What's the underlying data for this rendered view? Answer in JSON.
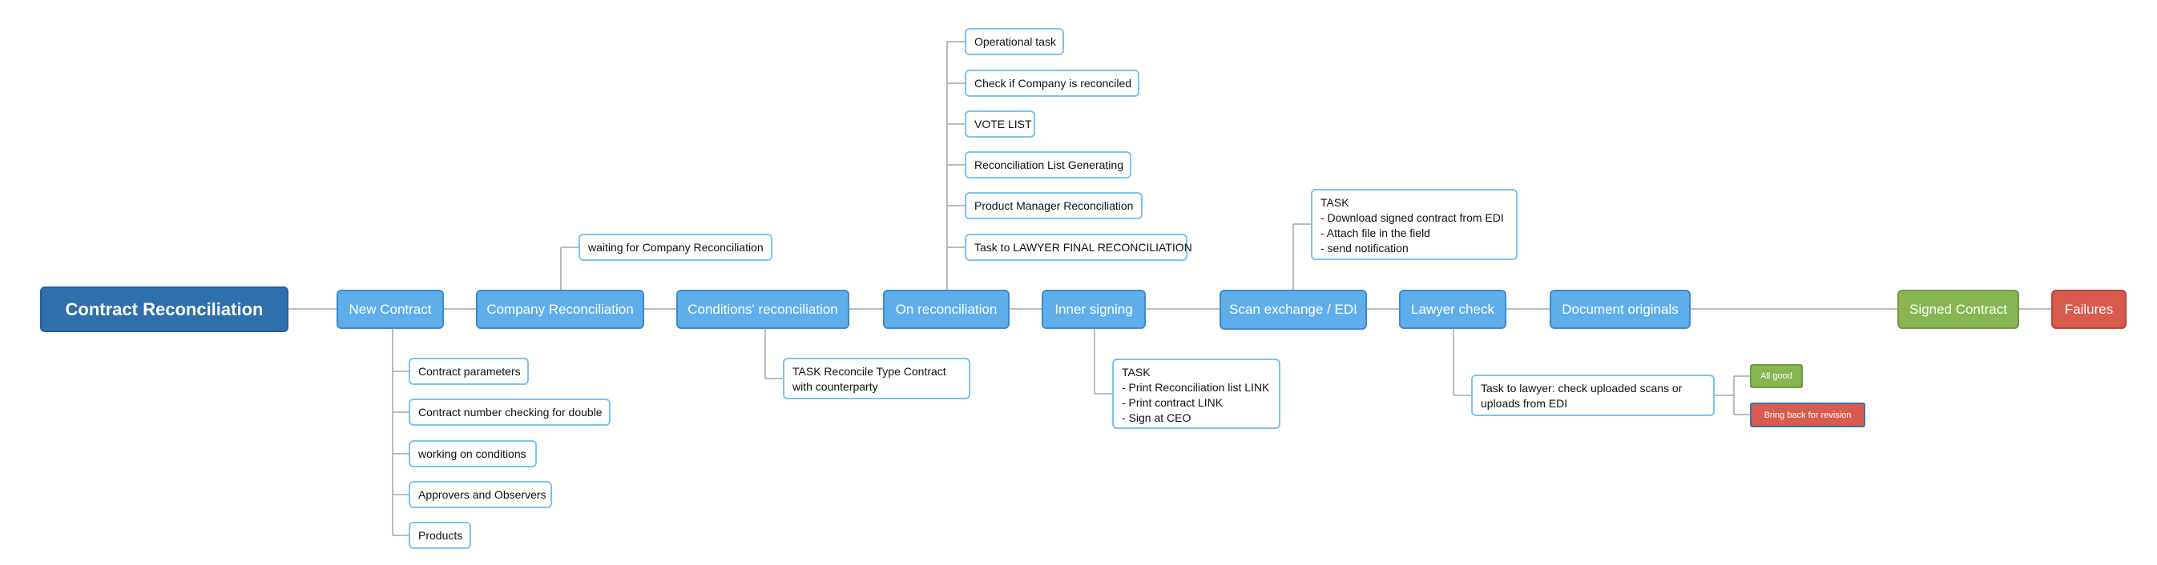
{
  "title": "Contract Reconciliation",
  "stages": {
    "new_contract": "New Contract",
    "company_reconciliation": "Company Reconciliation",
    "conditions_reconciliation": "Conditions' reconciliation",
    "on_reconciliation": "On reconciliation",
    "inner_signing": "Inner signing",
    "scan_exchange": "Scan exchange / EDI",
    "lawyer_check": "Lawyer check",
    "document_originals": "Document originals",
    "signed_contract": "Signed Contract",
    "failures": "Failures"
  },
  "new_contract_items": [
    "Contract parameters",
    "Contract number checking for double",
    "working on conditions",
    "Approvers and Observers",
    "Products"
  ],
  "company_reconciliation_note": "waiting for Company Reconciliation",
  "conditions_task": "TASK Reconcile Type Contract\nwith counterparty",
  "on_reconciliation_items": [
    "Operational task",
    "Check if Company is reconciled",
    "VOTE LIST",
    "Reconciliation List Generating",
    "Product Manager Reconciliation",
    "Task to LAWYER FINAL RECONCILIATION"
  ],
  "inner_signing_task": "TASK\n- Print Reconciliation list LINK\n- Print contract LINK\n- Sign at CEO",
  "scan_exchange_task": "TASK\n- Download signed contract from EDI\n- Attach file in the field\n- send notification",
  "lawyer_task": "Task to lawyer: check uploaded scans or\nuploads from EDI",
  "lawyer_outcomes": {
    "good": "All good",
    "revision": "Bring back for revision"
  },
  "colors": {
    "root": "#2e6fad",
    "stage": "#5eaeec",
    "leaf_border": "#7cc3ef",
    "success": "#86b552",
    "failure": "#d95b4b",
    "connector": "#a6a6a6"
  }
}
